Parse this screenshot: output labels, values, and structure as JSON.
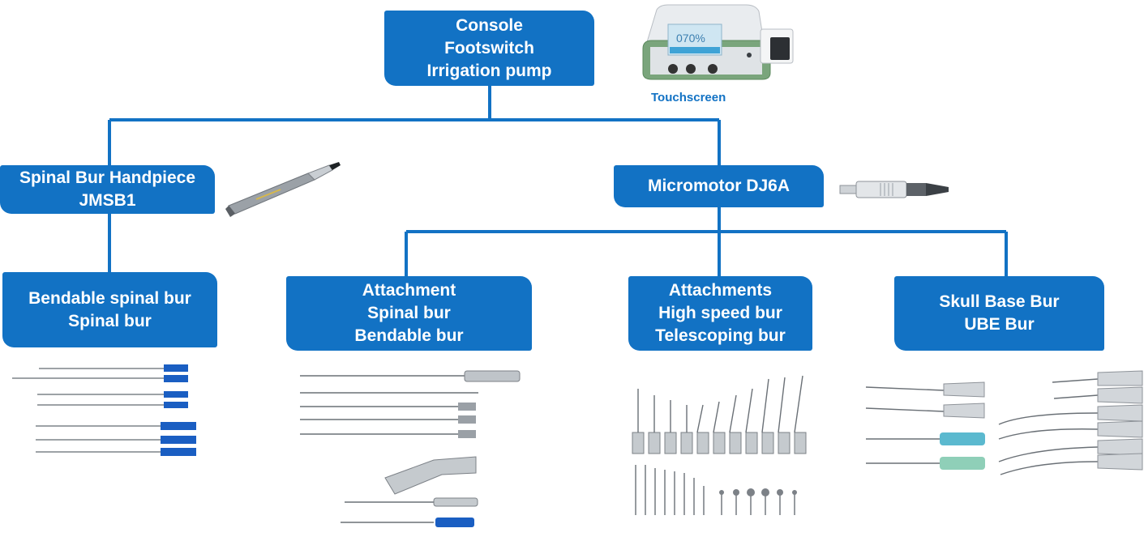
{
  "nodes": {
    "console": [
      "Console",
      "Footswitch",
      "Irrigation pump"
    ],
    "handpiece": [
      "Spinal Bur Handpiece",
      "JMSB1"
    ],
    "micromotor": [
      "Micromotor DJ6A"
    ],
    "spinal_burs": [
      "Bendable spinal bur",
      "Spinal bur"
    ],
    "attachment": [
      "Attachment",
      "Spinal bur",
      "Bendable bur"
    ],
    "attachments": [
      "Attachments",
      "High speed bur",
      "Telescoping bur"
    ],
    "skull_base": [
      "Skull Base Bur",
      "UBE Bur"
    ]
  },
  "console_caption": "Touchscreen",
  "console_display": "070%",
  "colors": {
    "box": "#1272c4",
    "line": "#1272c4",
    "text": "#ffffff"
  }
}
